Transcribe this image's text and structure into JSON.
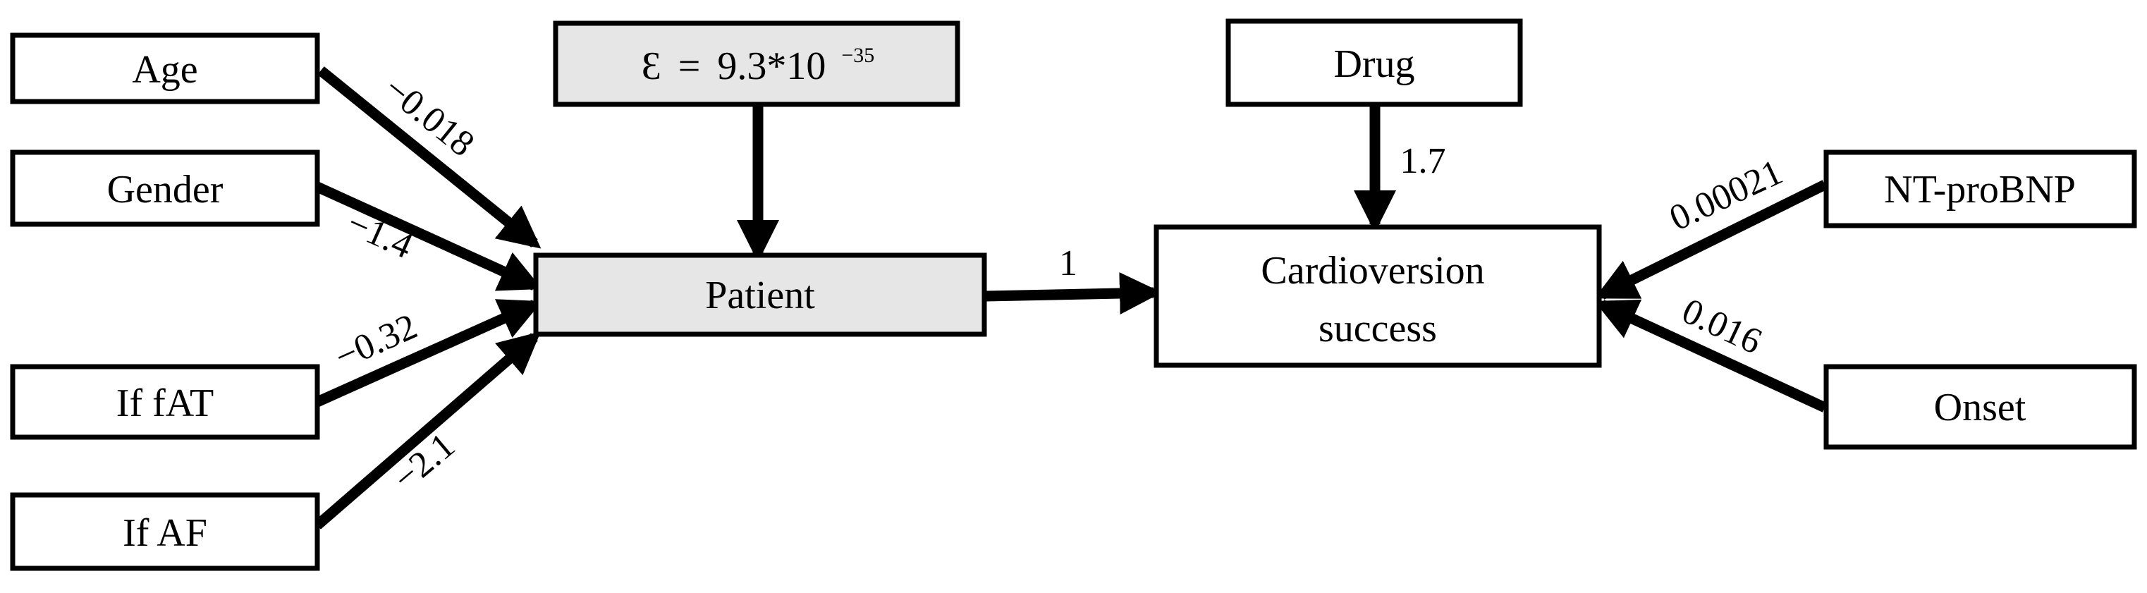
{
  "colors": {
    "stroke": "#000000",
    "box_fill": "#ffffff",
    "highlight_fill": "#e6e6e6",
    "text": "#000000"
  },
  "nodes": {
    "age": "Age",
    "gender": "Gender",
    "if_fat": "If fAT",
    "if_af": "If AF",
    "epsilon": {
      "symbol": "Ɛ",
      "equals": "=",
      "base": "9.3*10",
      "exponent": "−35"
    },
    "patient": "Patient",
    "drug": "Drug",
    "outcome_line1": "Cardioversion",
    "outcome_line2": "success",
    "nt_probnp": "NT-proBNP",
    "onset": "Onset"
  },
  "edges": {
    "age_patient": "−0.018",
    "gender_patient": "−1.4",
    "if_fat_patient": "−0.32",
    "if_af_patient": "−2.1",
    "patient_outcome": "1",
    "drug_outcome": "1.7",
    "nt_probnp_outcome": "0.00021",
    "onset_outcome": "0.016"
  }
}
